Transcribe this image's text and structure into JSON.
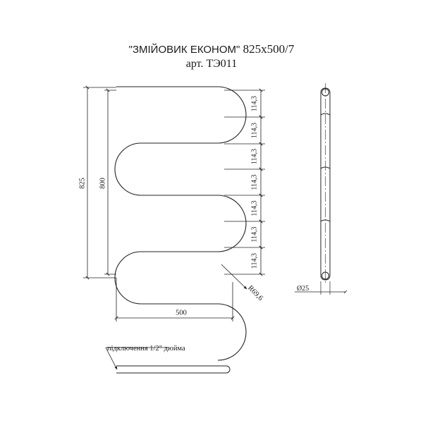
{
  "title": {
    "product": "\"ЗМІЙОВИК ЕКОНОМ\"",
    "size": "825x500/7",
    "article": "арт. ТЭ011"
  },
  "dimensions": {
    "total_height": "825",
    "inner_height": "800",
    "spacing": [
      "114,3",
      "114,3",
      "114,3",
      "114,3",
      "114,3",
      "114,3",
      "114,3"
    ],
    "width": "500",
    "radius": "R69,6",
    "pipe_diameter": "Ø25"
  },
  "connection_note": "підключення 1/2\" дюйма"
}
